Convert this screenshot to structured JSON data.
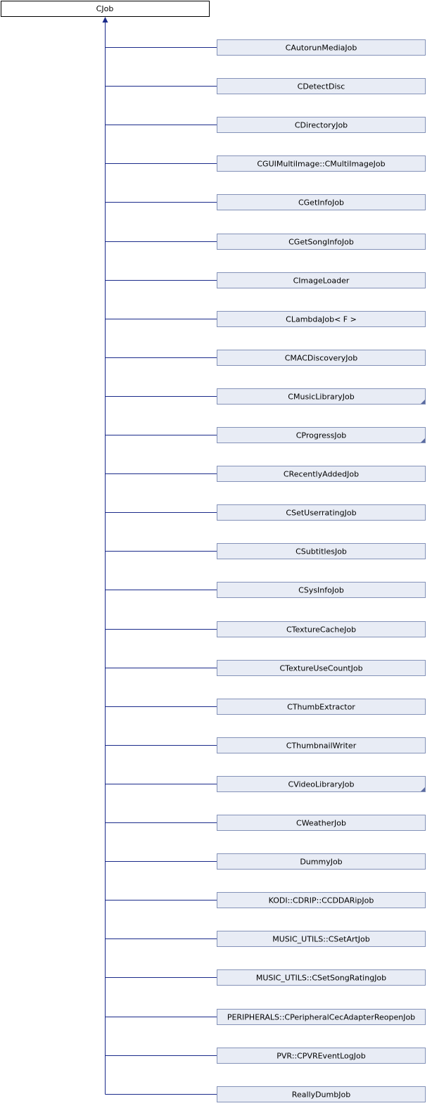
{
  "diagram": {
    "base_class": "CJob",
    "derived_classes": [
      {
        "name": "CAutorunMediaJob",
        "has_more": false
      },
      {
        "name": "CDetectDisc",
        "has_more": false
      },
      {
        "name": "CDirectoryJob",
        "has_more": false
      },
      {
        "name": "CGUIMultiImage::CMultiImageJob",
        "has_more": false
      },
      {
        "name": "CGetInfoJob",
        "has_more": false
      },
      {
        "name": "CGetSongInfoJob",
        "has_more": false
      },
      {
        "name": "CImageLoader",
        "has_more": false
      },
      {
        "name": "CLambdaJob< F >",
        "has_more": false
      },
      {
        "name": "CMACDiscoveryJob",
        "has_more": false
      },
      {
        "name": "CMusicLibraryJob",
        "has_more": true
      },
      {
        "name": "CProgressJob",
        "has_more": true
      },
      {
        "name": "CRecentlyAddedJob",
        "has_more": false
      },
      {
        "name": "CSetUserratingJob",
        "has_more": false
      },
      {
        "name": "CSubtitlesJob",
        "has_more": false
      },
      {
        "name": "CSysInfoJob",
        "has_more": false
      },
      {
        "name": "CTextureCacheJob",
        "has_more": false
      },
      {
        "name": "CTextureUseCountJob",
        "has_more": false
      },
      {
        "name": "CThumbExtractor",
        "has_more": false
      },
      {
        "name": "CThumbnailWriter",
        "has_more": false
      },
      {
        "name": "CVideoLibraryJob",
        "has_more": true
      },
      {
        "name": "CWeatherJob",
        "has_more": false
      },
      {
        "name": "DummyJob",
        "has_more": false
      },
      {
        "name": "KODI::CDRIP::CCDDARipJob",
        "has_more": false
      },
      {
        "name": "MUSIC_UTILS::CSetArtJob",
        "has_more": false
      },
      {
        "name": "MUSIC_UTILS::CSetSongRatingJob",
        "has_more": false
      },
      {
        "name": "PERIPHERALS::CPeripheralCecAdapterReopenJob",
        "has_more": false
      },
      {
        "name": "PVR::CPVREventLogJob",
        "has_more": false
      },
      {
        "name": "ReallyDumbJob",
        "has_more": false
      }
    ]
  },
  "colors": {
    "base_fill": "#ffffff",
    "base_border": "#000000",
    "node_fill": "#e8ecf5",
    "node_border": "#8492b8",
    "edge": "#1a2a8a",
    "more_marker": "#5a6aa0"
  }
}
